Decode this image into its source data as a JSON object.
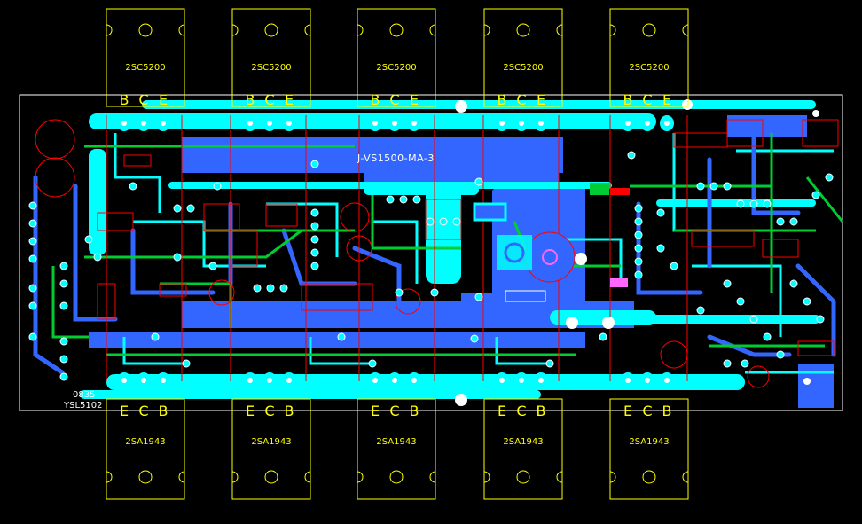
{
  "board": {
    "title": "J-VS1500-MA-3",
    "date_code": "0835",
    "part_code": "YSL5102"
  },
  "top_transistors": {
    "part": "2SC5200",
    "pins": [
      "B",
      "C",
      "E"
    ],
    "count": 5
  },
  "bottom_transistors": {
    "part": "2SA1943",
    "pins": [
      "E",
      "C",
      "B"
    ],
    "count": 5
  },
  "colors": {
    "background": "#000000",
    "outline": "#ffffff",
    "silkscreen": "#ffff00",
    "copper_top": "#00ffff",
    "copper_bottom": "#3366ff",
    "trace_green": "#00cc33",
    "component_red": "#ff0000",
    "via": "#ffffff",
    "highlight_pink": "#ff66ff"
  }
}
